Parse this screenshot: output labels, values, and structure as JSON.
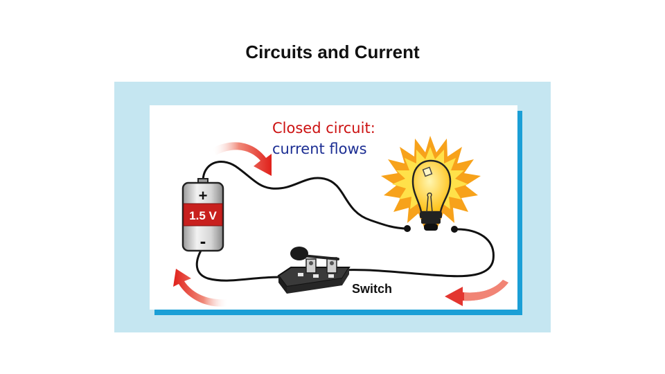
{
  "title": "Circuits and Current",
  "caption": {
    "line1": "Closed circuit:",
    "line2": "current flows"
  },
  "battery": {
    "voltage_label": "1.5 V",
    "positive_symbol": "+",
    "negative_symbol": "-"
  },
  "switch_label": "Switch",
  "colors": {
    "frame_background": "#c5e6f1",
    "card_shadow": "#1b9fd6",
    "caption_red": "#cc1111",
    "caption_blue": "#1c2e93",
    "arrow_red": "#e0201a",
    "battery_red": "#c8201e",
    "bulb_yellow": "#ffd43b",
    "glow_orange": "#f7a21b"
  },
  "icons": [
    "battery-icon",
    "light-bulb-icon",
    "switch-icon",
    "current-arrow-icon"
  ]
}
